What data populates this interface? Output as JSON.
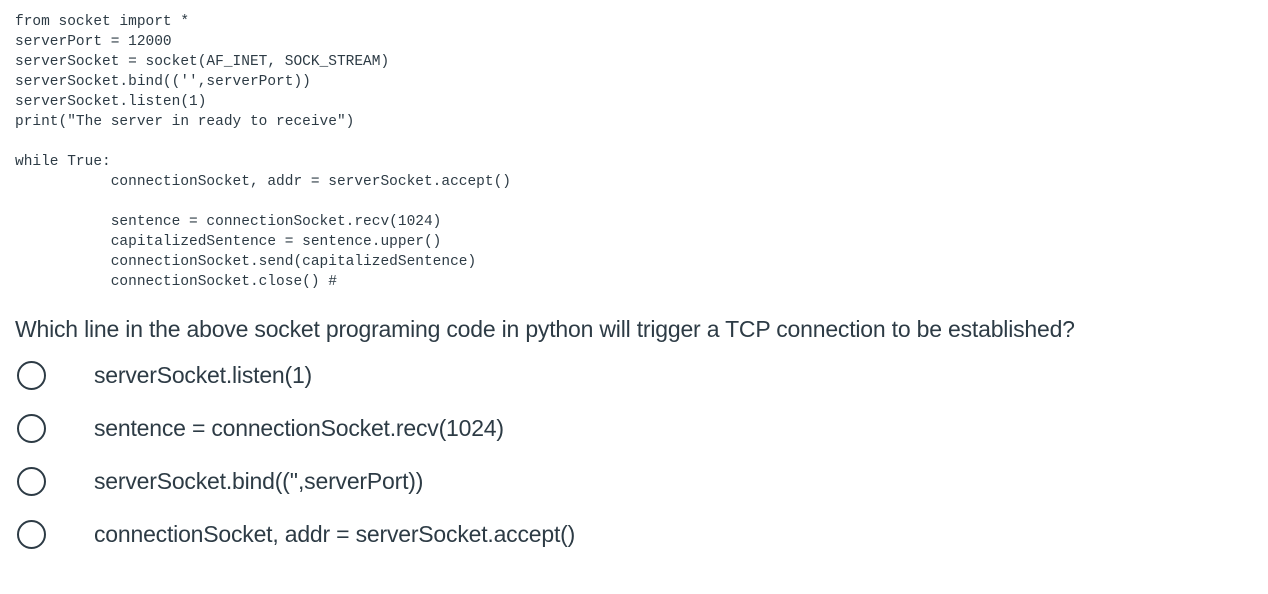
{
  "colors": {
    "text": "#2d3b45",
    "background": "#ffffff"
  },
  "code_block": {
    "language": "python",
    "content": "from socket import *\nserverPort = 12000\nserverSocket = socket(AF_INET, SOCK_STREAM)\nserverSocket.bind(('',serverPort))\nserverSocket.listen(1)\nprint(\"The server in ready to receive\")\n\nwhile True:\n\tconnectionSocket, addr = serverSocket.accept()\n\n\tsentence = connectionSocket.recv(1024)\n\tcapitalizedSentence = sentence.upper()\n\tconnectionSocket.send(capitalizedSentence)\n\tconnectionSocket.close() #"
  },
  "question": {
    "prompt": "Which line in the above socket programing code in python will trigger a TCP connection to be established?"
  },
  "options": [
    {
      "label": "serverSocket.listen(1)",
      "selected": false
    },
    {
      "label": "sentence = connectionSocket.recv(1024)",
      "selected": false
    },
    {
      "label": "serverSocket.bind(('',serverPort))",
      "selected": false
    },
    {
      "label": "connectionSocket, addr = serverSocket.accept()",
      "selected": false
    }
  ]
}
